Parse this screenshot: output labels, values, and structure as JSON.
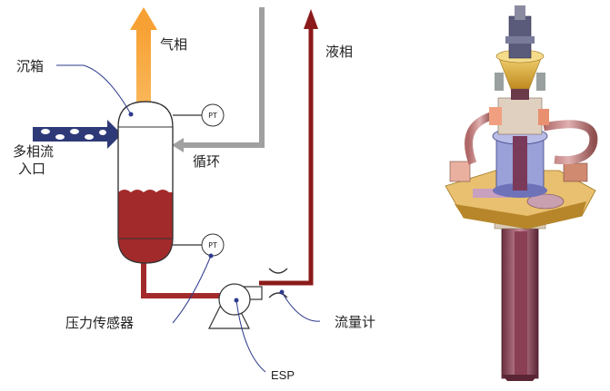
{
  "labels": {
    "gas_phase": "气相",
    "settling_tank": "沉箱",
    "multiphase_inlet_line1": "多相流",
    "multiphase_inlet_line2": "入口",
    "recycle": "循环",
    "liquid_phase": "液相",
    "pressure_sensor": "压力传感器",
    "flow_meter": "流量计",
    "esp": "ESP",
    "pt_top": "PT",
    "pt_bottom": "PT"
  },
  "colors": {
    "gas_arrow": "#f7a134",
    "liquid_line": "#8b1a1a",
    "recycle_line": "#a0a0a0",
    "inlet_arrow": "#2e3a78",
    "tank_liquid": "#a32a2a",
    "leader_line": "#2e3a8c"
  },
  "icons": {
    "gas_outlet": "arrow-up-icon",
    "inlet": "arrow-right-icon",
    "pump": "pump-icon",
    "cutaway_model": "separator-3d-model-icon"
  }
}
